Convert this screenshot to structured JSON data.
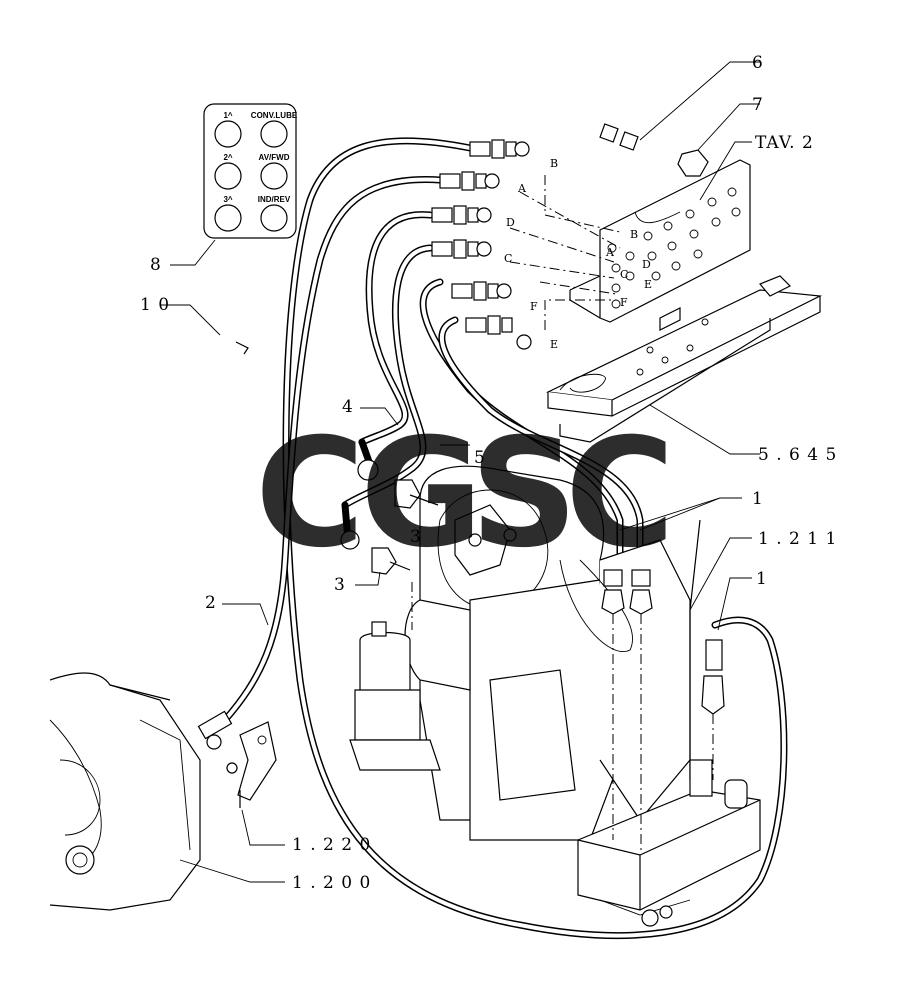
{
  "panel": {
    "labels": [
      "1^",
      "CONV.LUBE",
      "2^",
      "AV/FWD",
      "3^",
      "IND/REV"
    ]
  },
  "callouts": {
    "c6": "6",
    "c7": "7",
    "tav": "TAV. 2",
    "c8": "8",
    "c10": "1 0",
    "c4": "4",
    "c5": "5",
    "c5645": "5 . 6 4 5",
    "c1a": "1",
    "c1211": "1 . 2 1 1",
    "c1b": "1",
    "c3a": "3",
    "c3b": "3",
    "c2": "2",
    "c1220": "1 . 2 2 0",
    "c1200": "1 . 2 0 0"
  },
  "ports": {
    "hoseB": "B",
    "hoseA": "A",
    "hoseD": "D",
    "hoseC": "C",
    "hoseF": "F",
    "hoseE": "E",
    "plateB": "B",
    "plateA": "A",
    "plateD": "D",
    "plateC": "C",
    "plateE": "E",
    "plateF": "F"
  },
  "watermark": {
    "letters": [
      "C",
      "G",
      "S",
      "C"
    ],
    "colors": [
      "#4285F4",
      "#EA4335",
      "#FBBC05",
      "#34A853"
    ]
  }
}
